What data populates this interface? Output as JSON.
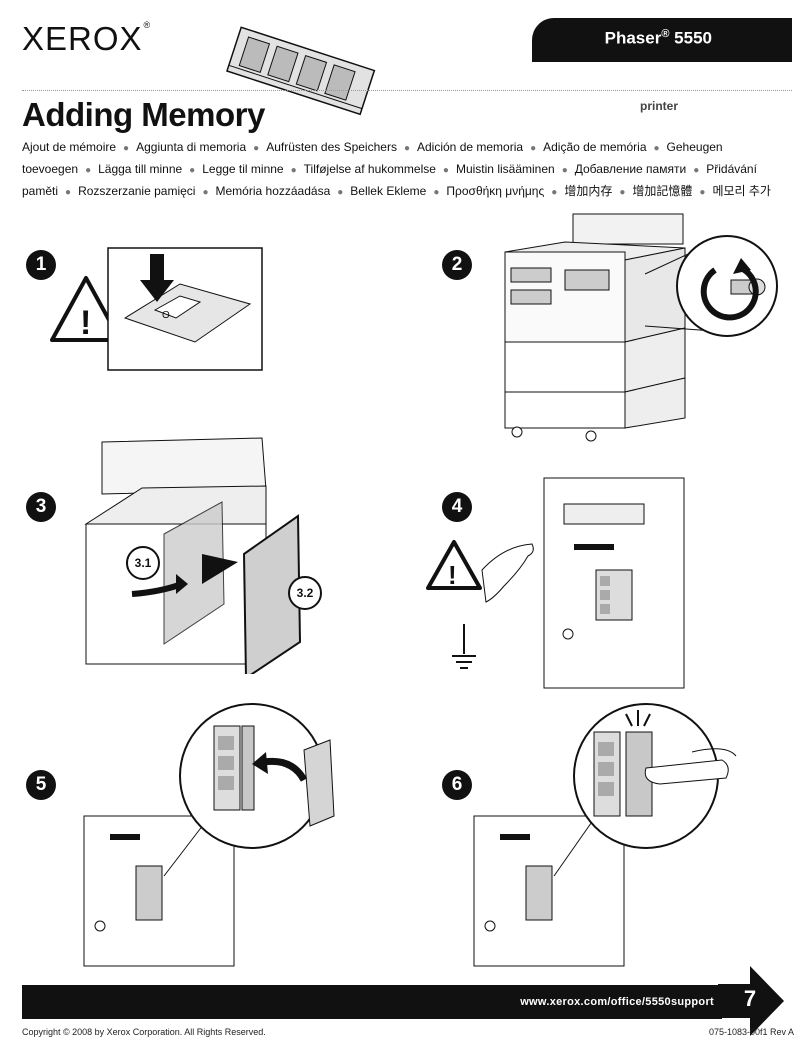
{
  "header": {
    "brand": "XEROX",
    "brand_mark": "®",
    "product_name": "Phaser",
    "product_reg": "®",
    "product_model": "5550",
    "product_type": "printer",
    "title": "Adding Memory"
  },
  "translations": [
    "Ajout de mémoire",
    "Aggiunta di memoria",
    "Aufrüsten des Speichers",
    "Adición de memoria",
    "Adição de memória",
    "Geheugen toevoegen",
    "Lägga till minne",
    "Legge til minne",
    "Tilføjelse af hukommelse",
    "Muistin lisääminen",
    "Добавление памяти",
    "Přidávání paměti",
    "Rozszerzanie pamięci",
    "Memória hozzáadása",
    "Bellek Ekleme",
    "Προσθήκη μνήμης",
    "增加内存",
    "增加記憶體",
    "메모리 추가"
  ],
  "steps": {
    "s1": "1",
    "s2": "2",
    "s3": "3",
    "s4": "4",
    "s5": "5",
    "s6": "6",
    "callout_31": "3.1",
    "callout_32": "3.2"
  },
  "footer": {
    "support_url": "www.xerox.com/office/5550support",
    "next_page": "7",
    "copyright": "Copyright © 2008 by Xerox Corporation.  All Rights Reserved.",
    "document_number": "075-1083-00f1 Rev A"
  },
  "colors": {
    "ink": "#111111",
    "panel_gray": "#d9d9d9",
    "accent": "#000000"
  }
}
